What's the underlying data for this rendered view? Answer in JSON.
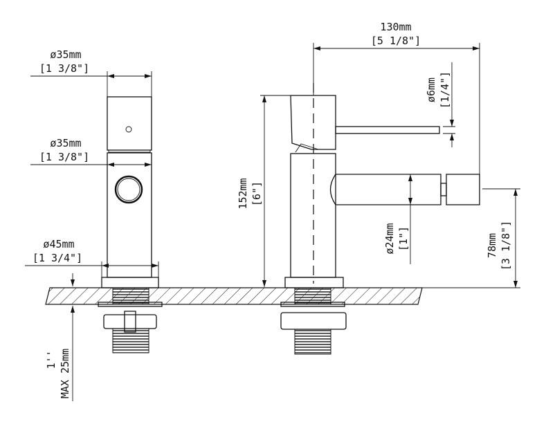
{
  "title": "Bidet faucet dimension drawing",
  "side_view": {
    "top_diameter": {
      "metric": "ø35mm",
      "imperial": "[1 3/8\"]"
    },
    "body_diameter": {
      "metric": "ø35mm",
      "imperial": "[1 3/8\"]"
    },
    "base_diameter": {
      "metric": "ø45mm",
      "imperial": "[1 3/4\"]"
    },
    "max_deck": {
      "imperial": "1''",
      "metric": "MAX 25mm"
    }
  },
  "front_view": {
    "reach": {
      "metric": "130mm",
      "imperial": "[5 1/8\"]"
    },
    "height": {
      "metric": "152mm",
      "imperial": "[6\"]"
    },
    "lever_diameter": {
      "metric": "ø6mm",
      "imperial": "[1/4\"]"
    },
    "spout_diameter": {
      "metric": "ø24mm",
      "imperial": "[1\"]"
    },
    "spout_height": {
      "metric": "78mm",
      "imperial": "[3 1/8\"]"
    }
  }
}
